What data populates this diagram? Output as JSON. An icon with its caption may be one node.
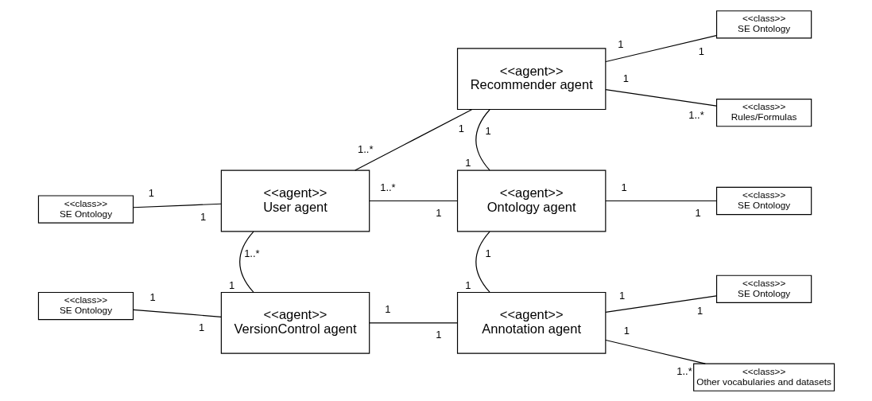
{
  "diagram": {
    "nodes": [
      {
        "text": [
          "<<agent>>",
          "Recommender agent"
        ]
      },
      {
        "text": [
          "<<class>>",
          "SE Ontology"
        ]
      },
      {
        "text": [
          "<<class>>",
          "Rules/Formulas"
        ]
      },
      {
        "text": [
          "<<class>>",
          "SE Ontology"
        ]
      },
      {
        "text": [
          "<<agent>>",
          "User agent"
        ]
      },
      {
        "text": [
          "<<agent>>",
          "Ontology agent"
        ]
      },
      {
        "text": [
          "<<class>>",
          "SE Ontology"
        ]
      },
      {
        "text": [
          "<<class>>",
          "SE Ontology"
        ]
      },
      {
        "text": [
          "<<agent>>",
          "VersionControl agent"
        ]
      },
      {
        "text": [
          "<<agent>>",
          "Annotation agent"
        ]
      },
      {
        "text": [
          "<<class>>",
          "SE Ontology"
        ]
      },
      {
        "text": [
          "<<class>>",
          "Other vocabularies and datasets"
        ]
      }
    ],
    "edges": [
      {
        "from": 0,
        "to": 1,
        "arrow": "none"
      },
      {
        "from": 0,
        "to": 2,
        "arrow": "none"
      },
      {
        "from": 0,
        "to": 4,
        "arrow": "none"
      },
      {
        "from": 0,
        "to": 5,
        "arrow": "none"
      },
      {
        "from": 3,
        "to": 4,
        "arrow": "none"
      },
      {
        "from": 4,
        "to": 5,
        "arrow": "none"
      },
      {
        "from": 5,
        "to": 6,
        "arrow": "none"
      },
      {
        "from": 4,
        "to": 8,
        "arrow": "none"
      },
      {
        "from": 5,
        "to": 9,
        "arrow": "none"
      },
      {
        "from": 7,
        "to": 8,
        "arrow": "none"
      },
      {
        "from": 8,
        "to": 9,
        "arrow": "none"
      },
      {
        "from": 9,
        "to": 10,
        "arrow": "none"
      },
      {
        "from": 9,
        "to": 11,
        "arrow": "none"
      }
    ],
    "labels": [
      "1",
      "1",
      "1",
      "1..*",
      "1",
      "1",
      "1..*",
      "1",
      "1",
      "1",
      "1",
      "1",
      "1..*",
      "1",
      "1..*",
      "1",
      "1",
      "1",
      "1",
      "1",
      "1",
      "1",
      "1",
      "1",
      "1",
      "1..*"
    ]
  }
}
